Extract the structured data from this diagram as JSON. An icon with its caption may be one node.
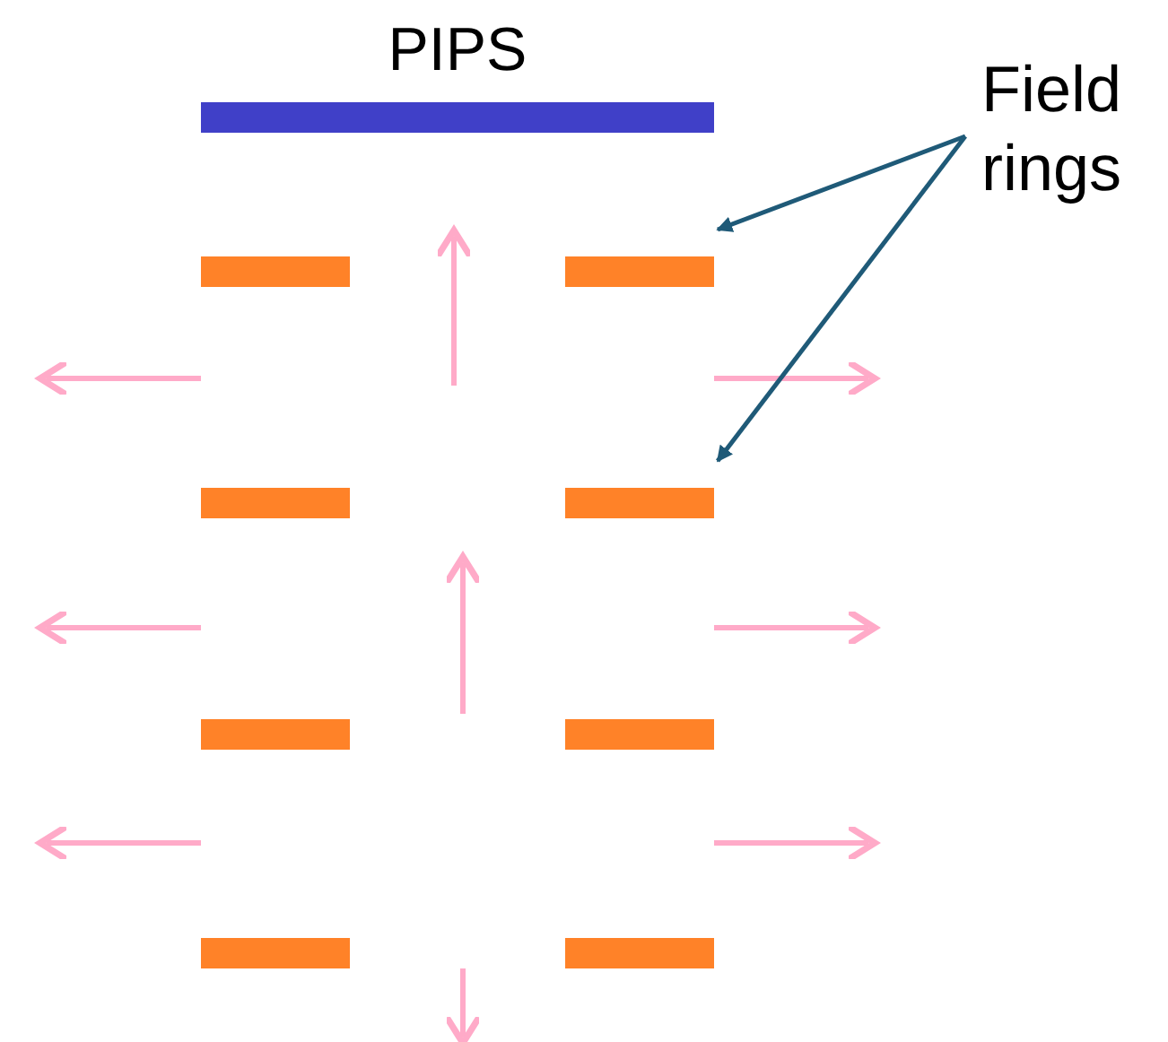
{
  "diagram": {
    "nodes": [
      {
        "text": [
          "PIPS"
        ]
      },
      {
        "text": [
          "Field rings"
        ]
      },
      {
        "text": [],
        "shape": "bar"
      },
      {
        "text": [],
        "shape": "bar"
      },
      {
        "text": [],
        "shape": "bar"
      },
      {
        "text": [],
        "shape": "bar"
      },
      {
        "text": [],
        "shape": "bar"
      },
      {
        "text": [],
        "shape": "bar"
      },
      {
        "text": [],
        "shape": "bar"
      },
      {
        "text": [],
        "shape": "bar"
      }
    ],
    "edges": [
      {
        "from": 1,
        "to": 3,
        "arrow": "to"
      },
      {
        "from": 1,
        "to": 5,
        "arrow": "to"
      }
    ]
  }
}
